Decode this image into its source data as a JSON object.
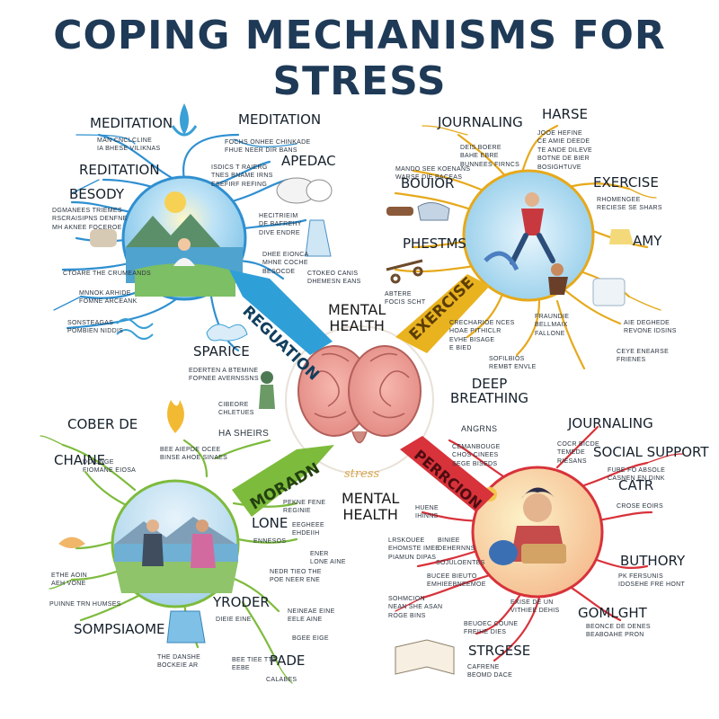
{
  "title": "COPING MECHANISMS FOR STRESS",
  "center": {
    "top_label": "MENTAL\nHEALTH",
    "bottom_label": "MENTAL\nHEALTH",
    "script_label": "stress"
  },
  "banners": {
    "top_left": {
      "label": "REGUATION",
      "color": "#2f9fd8"
    },
    "top_right": {
      "label": "EXERCISE",
      "color": "#e9b320"
    },
    "bottom_left": {
      "label": "MORADN",
      "color": "#7dbb3c"
    },
    "bottom_right": {
      "label": "PERRCION",
      "color": "#d8323a"
    }
  },
  "labels": {
    "meditation_1": "MEDITATION",
    "meditation_2": "MEDITATION",
    "reditation": "REDITATION",
    "apedac": "APEDAC",
    "besody": "BESODY",
    "sparice": "SPARICE",
    "journaling_1": "JOURNALING",
    "harse": "HARSE",
    "bouior": "BOUIOR",
    "exercise": "EXERCISE",
    "amy": "AMY",
    "phestms": "PHESTMS",
    "deep_breathing": "DEEP\nBREATHING",
    "journaling_2": "JOURNALING",
    "social_support": "SOCIAL SUPPORT",
    "catr": "CATR",
    "buthory": "BUTHORY",
    "gomlght": "GOMLGHT",
    "strgese": "STRGESE",
    "cober_de": "COBER DE",
    "chaine": "CHAINE",
    "lone": "LONE",
    "yroder": "YRODER",
    "sompsiaome": "SOMPSIAOME",
    "pade": "PADE"
  },
  "notes": {
    "n1": "MAN CNCLCLINE\nIA BHESE VILIKNAS",
    "n2": "FOCHS ONHEE CHINKADE\nFHUE NEER DIR BANS",
    "n3": "ISDICS T RAIERG\nTNES BNAME IRNS\nESEFIRF REFING",
    "n4": "DGMANEES TRIEMES\nRSCRAISIPNS DENFNE\nMH AKNEE FOCEROE",
    "n5": "HECITRIEIM\nDE BAFREHY\nDIVE ENDRE",
    "n6": "DHEE EIONCA\nMHNE COCHE\nBESOCDE",
    "n7": "CTOKEO CANIS\nDHEMESN EANS",
    "n8": "CTOARE THE CRUMEANDS",
    "n9": "MNNOK ARHIDE\nFOMNE ARCEANK",
    "n10": "SONSTEAGAS\nPOMBIEN NIDDIS",
    "n11": "EDERTEN A BTEMINE\nFOPNEE AVERNSSNS",
    "n12": "CIBEORE\nCHLETUES",
    "n13": "HA SHEIRS",
    "n14": "JOOE HEFINE\nCE AMIE DEEDE\nTE ANDE DILEVE\nBOTNE DE BIER\nBOSIGHTUVE",
    "n15": "DEIS BOERE\nBAHE EBRE\nBUNNEES FIRNCS",
    "n16": "MANDO SEE KOENANS\nWARSE DIE BACEAS",
    "n17": "RHOMENGEE\nRECIESE SE SHARS",
    "n18": "ABTERE\nFOCIS SCHT",
    "n19": "CRECHARIOE NCES\nHOAE PITHICLR\nEVHE BISAGE\nE BIED",
    "n20": "SOFILBIOS\nREMBT ENVLE",
    "n21": "FRAUNDIE\nBELLMAIX\nFALLONE",
    "n22": "AIE DEGHEDE\nREVONE IDSINS",
    "n23": "CEYE ENEARSE\nFRIENES",
    "n24": "ANGRNS",
    "n25": "CEMANBOUGE\nCHOS CINEES\nSEGE BISEDS",
    "n26": "COCR BICDE\nTEMEDE\nRIESANS",
    "n27": "FUBE FO ABSOLE\nCASNEN EN DINK",
    "n28": "CROSE EOIRS",
    "n29": "PK FERSUNIS\nIDOSEHE FRE HONT",
    "n30": "BEONCE DE DENES\nBEABOAHE PRON",
    "n31": "HUENE\nIHINNS",
    "n32": "LRSKOUEE\nEHOMSTE IMEE\nPIAMUN DIPAS",
    "n33": "BINIEE\nDEHERNNS",
    "n34": "SOJULOENTES",
    "n35": "BUCEE BIEUTO\nEMHIEEBNEEMOE",
    "n36": "SOHMCION\nNEAN SHE ASAN\nROGE BINS",
    "n37": "EXISE DE UN\nVITHIEE DEHIS",
    "n38": "BEUOEC COUNE\nFREIHE DIES",
    "n39": "CAFRENE\nBEOMD DACE",
    "n40": "DOIUNGE\nFIOMANE EIOSA",
    "n41": "BEE AIEPDE OCEE\nBINSE AHOE SINAES",
    "n42": "PEKNE FENE\nREGINIE",
    "n43": "ETHE AOIN\nAEH VONE",
    "n44": "PUINNE TRN HUMSES",
    "n45": "EEGHEEE\nEHDEIIH",
    "n46": "ENNESOS",
    "n47": "NEDR TIEO THE\nPOE NEER ENE",
    "n48": "ENER\nLONE AINE",
    "n49": "NEINEAE EINE\nEELE AINE",
    "n50": "DIEIE EINE",
    "n51": "BGEE EIGE",
    "n52": "THE DANSHE\nBOCKEIE AR",
    "n53": "BEE TIEE TTE\nEEBE",
    "n54": "CALABES"
  },
  "icons": [
    "meditation-figure-icon",
    "sun-icon",
    "mountain-lake-icon",
    "cloud-icon",
    "lotus-icon",
    "plates-icon",
    "water-bottle-icon",
    "cow-icon",
    "waves-icon",
    "dumbbell-icon",
    "shoes-icon",
    "skateboard-icon",
    "yoga-mat-icon",
    "sneaker-icon",
    "person-jumping-icon",
    "brain-icon",
    "person-standing-icon",
    "flame-icon",
    "headphones-icon",
    "book-icon",
    "teapot-icon",
    "shell-icon"
  ]
}
